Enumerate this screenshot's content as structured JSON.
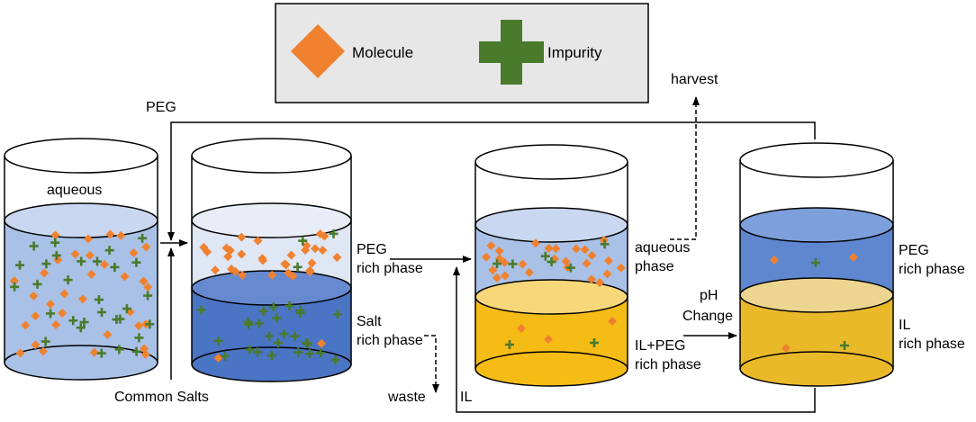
{
  "colors": {
    "molecule": "#f0812f",
    "impurity": "#4a7a2c",
    "aqueous_liquid": "#a9c1e6",
    "aqueous_top": "#c9d7f0",
    "peg_phase_liquid": "#dfe6f4",
    "peg_phase_top": "#e8edf7",
    "salt_phase": "#4a74c4",
    "salt_top": "#6689d0",
    "il_phase": "#f5bc16",
    "il_top": "#f7d77a",
    "peg_rich_final": "#5f87cf",
    "peg_top_final": "#7d9fdb",
    "il_rich_final": "#eab92a",
    "il_top_final": "#ecd590",
    "legend_bg": "#e7e7e7"
  },
  "legend": {
    "molecule_label": "Molecule",
    "impurity_label": "Impurity",
    "molecule_icon": "diamond-icon",
    "impurity_icon": "plus-icon"
  },
  "labels": {
    "peg": "PEG",
    "harvest": "harvest",
    "aqueous": "aqueous",
    "common_salts": "Common Salts",
    "waste": "waste",
    "il": "IL",
    "ph": "pH",
    "change": "Change"
  },
  "beaker2": {
    "top_phase_line1": "PEG",
    "top_phase_line2": "rich phase",
    "bottom_phase_line1": "Salt",
    "bottom_phase_line2": "rich phase"
  },
  "beaker3": {
    "top_phase_line1": "aqueous",
    "top_phase_line2": "phase",
    "bottom_phase_line1": "IL+PEG",
    "bottom_phase_line2": "rich phase"
  },
  "beaker4": {
    "top_phase_line1": "PEG",
    "top_phase_line2": "rich phase",
    "bottom_phase_line1": "IL",
    "bottom_phase_line2": "rich phase"
  }
}
